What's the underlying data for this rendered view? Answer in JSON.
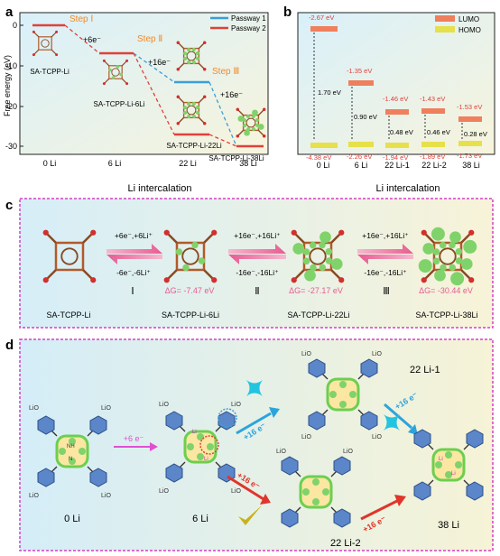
{
  "panel_a": {
    "letter": "a",
    "ylabel": "Free energy (eV)",
    "xlabel": "Li intercalation",
    "yticks": [
      "0",
      "-10",
      "-20",
      "-30"
    ],
    "xticks": [
      "0 Li",
      "6 Li",
      "22 Li",
      "38 Li"
    ],
    "legend": [
      "Passway 1",
      "Passway 2"
    ],
    "steps": [
      "Step Ⅰ",
      "Step Ⅱ",
      "Step Ⅲ"
    ],
    "arrows": [
      "+6e⁻",
      "+16e⁻",
      "+16e⁻"
    ],
    "labels": [
      "SA-TCPP-Li",
      "SA-TCPP-Li-6Li",
      "SA-TCPP-Li-22Li",
      "SA-TCPP-Li-38Li"
    ],
    "colors": {
      "passway1": "#3a9fd8",
      "passway2": "#e0403a",
      "step": "#f08a2c"
    }
  },
  "panel_b": {
    "letter": "b",
    "xlabel": "Li intercalation",
    "legend": [
      "LUMO",
      "HOMO"
    ],
    "xticks": [
      "0 Li",
      "6 Li",
      "22 Li-1",
      "22 Li-2",
      "38 Li"
    ],
    "lumo": [
      "-2.67 eV",
      "-1.35 eV",
      "-1.46 eV",
      "-1.43 eV",
      "-1.53 eV"
    ],
    "homo": [
      "-4.38 eV",
      "-2.26 eV",
      "-1.94 eV",
      "-1.89 eV",
      "-1.73 eV"
    ],
    "gaps": [
      "1.70 eV",
      "0.90 eV",
      "0.48 eV",
      "0.46 eV",
      "0.28 eV"
    ]
  },
  "panel_c": {
    "letter": "c",
    "forward": [
      "+6e⁻,+6Li⁺",
      "+16e⁻,+16Li⁺",
      "+16e⁻,+16Li⁺"
    ],
    "backward": [
      "-6e⁻,-6Li⁺",
      "-16e⁻,-16Li⁺",
      "-16e⁻,-16Li⁺"
    ],
    "roman": [
      "Ⅰ",
      "Ⅱ",
      "Ⅲ"
    ],
    "dg": [
      "ΔG= -7.47 eV",
      "ΔG= -27.17 eV",
      "ΔG= -30.44 eV"
    ],
    "labels": [
      "SA-TCPP-Li",
      "SA-TCPP-Li-6Li",
      "SA-TCPP-Li-22Li",
      "SA-TCPP-Li-38Li"
    ]
  },
  "panel_d": {
    "letter": "d",
    "labels": [
      "0 Li",
      "6 Li",
      "22 Li-1",
      "22 Li-2",
      "38 Li"
    ],
    "arrows": [
      "+6 e⁻",
      "+16 e⁻",
      "+16 e⁻",
      "+16 e⁻",
      "+16 e⁻"
    ],
    "group": "LiO",
    "atom": "Li",
    "ring": "NH",
    "ring_n": "N"
  }
}
